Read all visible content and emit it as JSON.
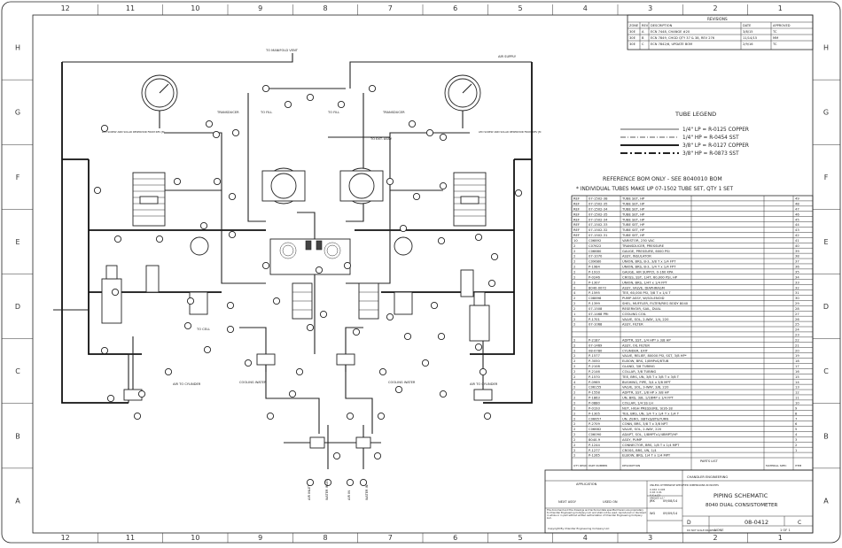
{
  "zones_top": [
    "12",
    "11",
    "10",
    "9",
    "8",
    "7",
    "6",
    "5",
    "4",
    "3",
    "2",
    "1"
  ],
  "zones_bottom": [
    "12",
    "11",
    "10",
    "9",
    "8",
    "7",
    "6",
    "5",
    "4",
    "3",
    "2",
    "1"
  ],
  "zones_side": [
    "H",
    "G",
    "F",
    "E",
    "D",
    "C",
    "B",
    "A"
  ],
  "revisions": {
    "title": "REVISIONS",
    "headers": [
      "ZONE",
      "REV",
      "DESCRIPTION",
      "DATE",
      "APPROVED"
    ],
    "rows": [
      [
        "30E",
        "A",
        "ECN 7448, CHANGE #20 ",
        "3/8/15",
        "TC"
      ],
      [
        "30E",
        "B",
        "ECN 7849, CHGD QTY 37 & 38, REV 276",
        "11/14/15",
        "MM"
      ],
      [
        "30E",
        "C",
        "ECN 7842/6, UPDATE BOM",
        "2/9/16",
        "TC"
      ]
    ]
  },
  "tube_legend": {
    "title": "TUBE LEGEND",
    "items": [
      "1/4\" LP = R-0125 COPPER",
      "1/4\" HP = R-0454 SST",
      "3/8\" LP = R-0127 COPPER",
      "3/8\" HP = R-0873 SST"
    ]
  },
  "bom": {
    "title1": "REFERENCE BOM ONLY - SEE 8040010 BOM",
    "title2": "* INDIVIDUAL TUBES MAKE UP 07-1502 TUBE SET, QTY 1 SET",
    "rows": [
      [
        "REF",
        "07-1502-38",
        "TUBE SET, HP",
        "49"
      ],
      [
        "REF",
        "07-1502-35",
        "TUBE SET, HP",
        "48"
      ],
      [
        "REF",
        "07-1502-34",
        "TUBE SET, HP",
        "47"
      ],
      [
        "REF",
        "07-1502-35",
        "TUBE SET, HP",
        "46"
      ],
      [
        "REF",
        "07-1502-34",
        "TUBE SET, HP",
        "45"
      ],
      [
        "REF",
        "07-1502-33",
        "TUBE SET, HP",
        "44"
      ],
      [
        "REF",
        "07-1502-32",
        "TUBE SET, HP",
        "43"
      ],
      [
        "REF",
        "07-1502-31",
        "TUBE SET, HP",
        "42"
      ],
      [
        "10",
        "C06892",
        "VARISTOR, 230 VAC",
        "41"
      ],
      [
        "2",
        "C07622",
        "TRANSDUCER, PRESSURE",
        "40"
      ],
      [
        "2",
        "C06680",
        "GAUGE, PRESSURE, 6000 PSI",
        "39"
      ],
      [
        "2",
        "07-1070",
        "ASSY, INSULATOR",
        "38"
      ],
      [
        "2",
        "C09680",
        "UNION, BRS, B-3, 3/8 T x 1/4 FPT",
        "37"
      ],
      [
        "2",
        "P-1984",
        "UNION, BRS, B-3, 1/4 T x 1/4 FPT",
        "36"
      ],
      [
        "2",
        "P-1910",
        "GAUGE, AIR SUPPLY, 0-160 KPA",
        "35"
      ],
      [
        "2",
        "P-0246",
        "CROSS, SST, 1/4T, 60,000 PSI, HP",
        "34"
      ],
      [
        "2",
        "P-1307",
        "UNION, BRS, 1/4T x 1/4 FPT",
        "33"
      ],
      [
        "2",
        "8040-0072",
        "ASSY, VALVE, DIAPHRAGM",
        "32"
      ],
      [
        "4",
        "P-1595",
        "TEE, 60,000 PSI, 3/8 T x 1/4 T",
        "31"
      ],
      [
        "2",
        "C08898",
        "PUMP ASSY, W/SOLENOID",
        "30"
      ],
      [
        "2",
        "P-1399",
        "SHEL, MUFFLER, FILTER/REG BODY 8040",
        "29"
      ],
      [
        "2",
        "07-1508",
        "RESERVOIR, SAIL, DUAL",
        "28"
      ],
      [
        "1",
        "07-1468 PRI",
        "COOLING COIL",
        "27"
      ],
      [
        "2",
        "P-1701",
        "VALVE, SOL, 2-WAY, 1/4, 220",
        "26"
      ],
      [
        "2",
        "07-1068",
        "ASSY, FILTER",
        "25"
      ],
      [
        "",
        "",
        "",
        "24"
      ],
      [
        "",
        "",
        "",
        "23"
      ],
      [
        "2",
        "P-2187",
        "ADPTR, SST, 1/4 HP* x 3/8 HP",
        "22"
      ],
      [
        "2",
        "07-1469",
        "ASSY, OIL FILTER",
        "21"
      ],
      [
        "2",
        "08-0780",
        "CYLINDER, EXIT",
        "20"
      ],
      [
        "2",
        "P-1577",
        "VALVE, RELIEF, 80000 PSI, SST, 3/8 HP*",
        "19"
      ],
      [
        "2",
        "P-3050",
        "ELBOW, BRS, 1/8MPxS/8TUB",
        "18"
      ],
      [
        "2",
        "P-2108",
        "GLAND, 3/8 TUBING",
        "17"
      ],
      [
        "2",
        "P-2146",
        "COLLAR, 3/8 TUBING",
        "16"
      ],
      [
        "2",
        "P-1570",
        "TEE, BRS, UN, 3/8 T x 3/8 T x 3/8 T",
        "15"
      ],
      [
        "4",
        "P-0969",
        "BUSHING, PIPE, 3/4 x 3/8 MPT",
        "14"
      ],
      [
        "2",
        "C06155",
        "VALVE, SOL, 3-WAY, 3/8, 220",
        "13"
      ],
      [
        "2",
        "P-1558",
        "ADPTR, SST, 1/8 HP x 3/8 HP",
        "12"
      ],
      [
        "2",
        "P-1863",
        "UN, BRS, 3/8, 1/16MP x 1/4 FPT",
        "11"
      ],
      [
        "2",
        "P-0880",
        "COLLAR, 1/4 SS LH",
        "10"
      ],
      [
        "2",
        "P-0193",
        "NUT, HIGH PRESSURE, 9/16-18",
        "9"
      ],
      [
        "2",
        "P-1305",
        "TEE, BRS, UN, 1/4 T x 1/4 T x 1/4 T",
        "8"
      ],
      [
        "2",
        "C06657",
        "UN, ZERO, 3/8TxS/8T&TURN",
        "7"
      ],
      [
        "2",
        "P-2709",
        "CONN, BRS, 3/8 T x 3/8 NPT",
        "6"
      ],
      [
        "2",
        "C06682",
        "VALVE, SOL, 2-WAY, 220",
        "5"
      ],
      [
        "2",
        "C06090",
        "ADAPT, SOL, 1/8MPTx1/4BMPT/HP",
        "4"
      ],
      [
        "2",
        "8040-9",
        "ASSY, PUMP",
        "3"
      ],
      [
        "2",
        "P-1244",
        "CONNECTOR, BRS, 1/8 T x 1/4 MPT",
        "2"
      ],
      [
        "2",
        "P-1277",
        "CROSS, BRS, UN, 1/4",
        "1"
      ],
      [
        "2",
        "P-1265",
        "ELBOW, BRS, 1/4 T x 1/4 MPT",
        ""
      ]
    ],
    "headers": [
      "QTY REQD",
      "PART NUMBER",
      "DESCRIPTION",
      "MATERIAL SPEC",
      "ITEM"
    ],
    "parts_list_label": "PARTS LIST"
  },
  "title_block": {
    "title1": "PIPING SCHEMATIC",
    "title2": "8040 DUAL CONSISTOMETER",
    "size": "D",
    "dwg_no": "08-0412",
    "rev": "C",
    "scale": "NONE",
    "sheet": "1 OF 1",
    "drawn": "JRK",
    "date1": "09/08/14",
    "checked": "WG",
    "date2": "09/09/14",
    "company": "CHANDLER ENGINEERING",
    "copyright": "Copyright By Chandler Engineering Company LLC",
    "notice": "The document and the drawings and technical data specified herein are proprietary to Chandler Engineering Company LLC and shall not be used, reproduced or disclosed in whole or in part without written authorization of Chandler Engineering Company LLC.",
    "tolerances_label": "UNLESS OTHERWISE SPECIFIED DIMENSIONS IN INCHES",
    "tol_lines": [
      "X.XXX ±.005",
      "X.XX ±.01",
      "X.X ±.03",
      "ANGLES ±1°"
    ],
    "next_assy": "NEXT ASSY",
    "used_on": "USED ON",
    "application": "APPLICATION",
    "do_not_scale": "DO NOT SCALE DRAWING"
  },
  "diagram_labels": {
    "air_supply": "AIR SUPPLY",
    "to_manifold": "TO MANIFOLD VENT",
    "to_fill_left": "TO FILL",
    "to_fill_right": "TO FILL",
    "to_ext_assy": "TO EXT. ASSY",
    "to_cell": "TO CELL",
    "transducer_left": "TRANSDUCER",
    "transducer_right": "TRANSDUCER",
    "cooling_water_left": "COOLING WATER",
    "cooling_water_right": "COOLING WATER",
    "air_to_cylinder_left": "AIR TO CYLINDER",
    "air_to_cylinder_right": "AIR TO CYLINDER",
    "drain_left": "LED SCREW AND SOLAR RESERVOIR FROM REV JM",
    "drain_right": "LED SCREW AND SOLAR RESERVOIR FROM REV JM",
    "inlet_labels": [
      "AIR INLET",
      "WATER INLET",
      "AIR IN",
      "WATER IN"
    ]
  }
}
